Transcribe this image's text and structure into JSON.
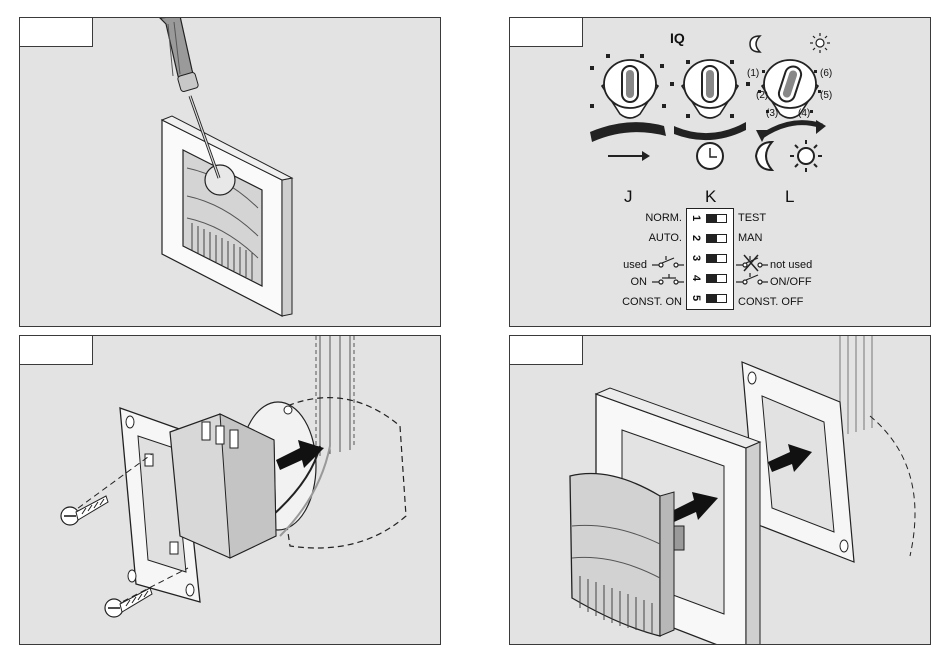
{
  "panel_k": {
    "brightness_label": "IQ",
    "timer_marks": [
      "(1)",
      "(2)",
      "(3)",
      "(4)",
      "(5)",
      "(6)"
    ],
    "dial_labels": [
      "J",
      "K",
      "L"
    ]
  },
  "dip_switches": [
    {
      "number": "1",
      "left": "NORM.",
      "right": "TEST"
    },
    {
      "number": "2",
      "left": "AUTO.",
      "right": "MAN"
    },
    {
      "number": "3",
      "left": "used",
      "right": "not used"
    },
    {
      "number": "4",
      "left": "ON",
      "right": "ON/OFF"
    },
    {
      "number": "5",
      "left": "CONST. ON",
      "right": "CONST. OFF"
    }
  ],
  "colors": {
    "panel_bg": "#e3e3e3",
    "line": "#222222",
    "tab_bg": "#ffffff"
  },
  "icons": [
    "screwdriver-icon",
    "arrow-right-icon",
    "clock-icon",
    "moon-icon",
    "sun-icon",
    "switch-contact-icon",
    "screw-icon"
  ]
}
